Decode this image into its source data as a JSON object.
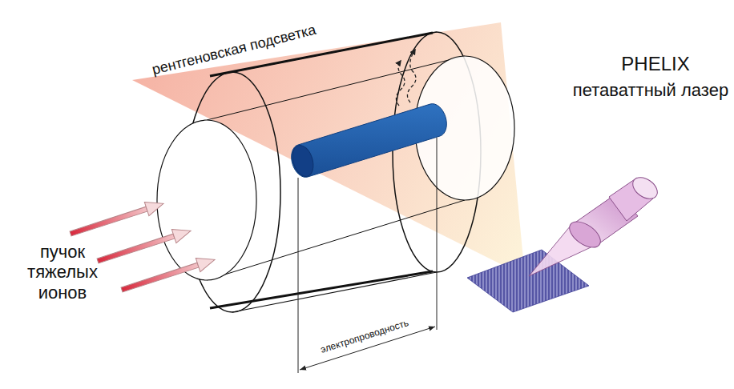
{
  "diagram": {
    "labels": [
      "рентгеновская подсветка",
      "PHELIX",
      "петаваттный лазер",
      "пучок тяжелых ионов",
      "электропроводность"
    ]
  }
}
